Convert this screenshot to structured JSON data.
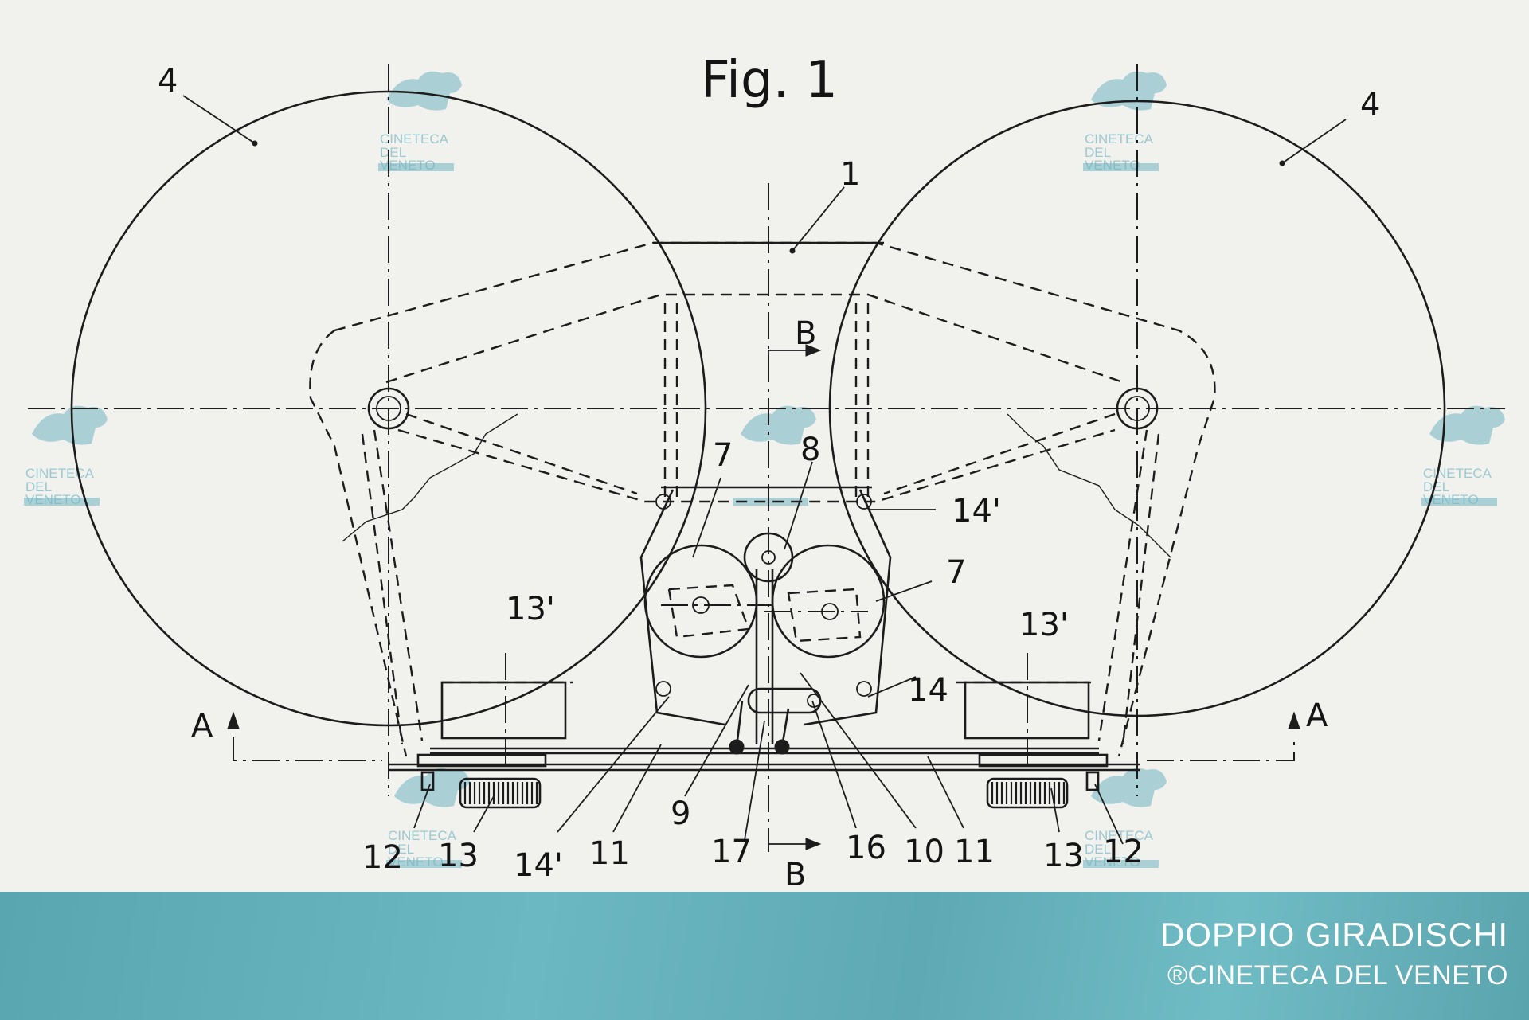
{
  "figure": {
    "title": "Fig. 1",
    "labels": {
      "l4_left": "4",
      "l4_right": "4",
      "l1": "1",
      "B_top": "B",
      "B_bottom": "B",
      "l7_left": "7",
      "l7_right": "7",
      "l8": "8",
      "l14p_right": "14'",
      "l14p_left": "14'",
      "l14": "14",
      "l13p_left": "13'",
      "l13p_right": "13'",
      "A_left": "A",
      "A_right": "A",
      "l12_left": "12",
      "l12_right": "12",
      "l13_left": "13",
      "l13_right": "13",
      "l11_left": "11",
      "l11_right": "11",
      "l9": "9",
      "l17": "17",
      "l16": "16",
      "l10": "10"
    }
  },
  "watermark": {
    "line1": "CINETECA",
    "line2": "DEL",
    "line3": "VENETO"
  },
  "caption": {
    "title": "DOPPIO GIRADISCHI",
    "credit": "®CINETECA DEL VENETO"
  },
  "colors": {
    "banner": "#62aeb8",
    "paper": "#f1f1ee",
    "ink": "#1c1c1c",
    "watermark": "#6fb5c2"
  }
}
